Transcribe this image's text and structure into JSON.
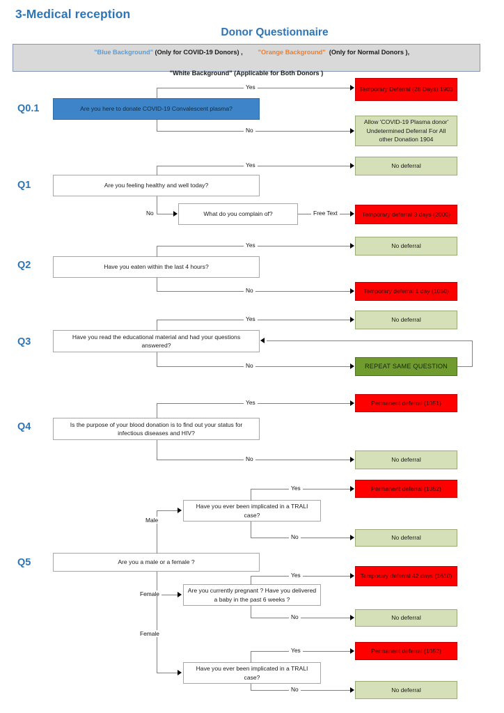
{
  "header": {
    "page_title": "3-Medical reception",
    "doc_title": "Donor Questionnaire",
    "legend": {
      "blue_label": "\"Blue Background\"",
      "blue_note": " (Only for COVID-19 Donors) ,",
      "orange_label": "\"Orange Background\"",
      "orange_note": "  (Only for Normal Donors ),",
      "white_line": "\"White Background\" (Applicable for Both Donors )"
    }
  },
  "edge_labels": {
    "yes": "Yes",
    "no": "No",
    "free_text": "Free Text",
    "male": "Male",
    "female": "Female"
  },
  "questions": [
    {
      "id": "q01",
      "label": "Q0.1",
      "text": "Are you here to donate COVID-19 Convalescent plasma?",
      "style": "blue",
      "yes_outcome": "Temporary Deferral (28 Days) 1903",
      "no_outcome": "Allow 'COVID-19 Plasma donor' Undetermined Deferral For All other Donation 1904"
    },
    {
      "id": "q1",
      "label": "Q1",
      "text": "Are you feeling healthy and well today?",
      "style": "white",
      "yes_outcome": "No deferral",
      "no_followup": "What do you complain of?",
      "followup_outcome": "Temporary deferral 3 days (2000)"
    },
    {
      "id": "q2",
      "label": "Q2",
      "text": "Have you eaten within the last 4 hours?",
      "style": "white",
      "yes_outcome": "No deferral",
      "no_outcome": "Temporary deferral 1 day (1050)"
    },
    {
      "id": "q3",
      "label": "Q3",
      "text": "Have you read the educational material and had your questions answered?",
      "style": "white",
      "yes_outcome": "No deferral",
      "no_outcome": "REPEAT SAME QUESTION"
    },
    {
      "id": "q4",
      "label": "Q4",
      "text": "Is the purpose of your blood donation is to find out your status for infectious diseases and HIV?",
      "style": "white",
      "yes_outcome": "Permanent deferral (1051)",
      "no_outcome": "No deferral"
    },
    {
      "id": "q5",
      "label": "Q5",
      "text": "Are you a male or a female ?",
      "style": "white",
      "branch_male": {
        "question": "Have you ever been implicated in a TRALI case?",
        "yes_outcome": "Permanent deferral (1052)",
        "no_outcome": "No deferral"
      },
      "branch_female_1": {
        "question": "Are you currently pregnant ? Have you delivered a baby in the past 6 weeks ?",
        "yes_outcome": "Temporary deferral 42 days (1610)",
        "no_outcome": "No deferral"
      },
      "branch_female_2": {
        "question": "Have you ever been implicated in a TRALI case?",
        "yes_outcome": "Permanent deferral (1052)",
        "no_outcome": "No deferral"
      }
    }
  ],
  "colors": {
    "accent_blue": "#2e75b6",
    "node_blue": "#3d85c8",
    "node_green": "#d5e0b8",
    "node_red": "#fe0000",
    "node_dark_green": "#6f9b2f",
    "legend_bg": "#d9d9d9",
    "legend_border": "#8496b0",
    "connector": "#7f7f7f"
  }
}
